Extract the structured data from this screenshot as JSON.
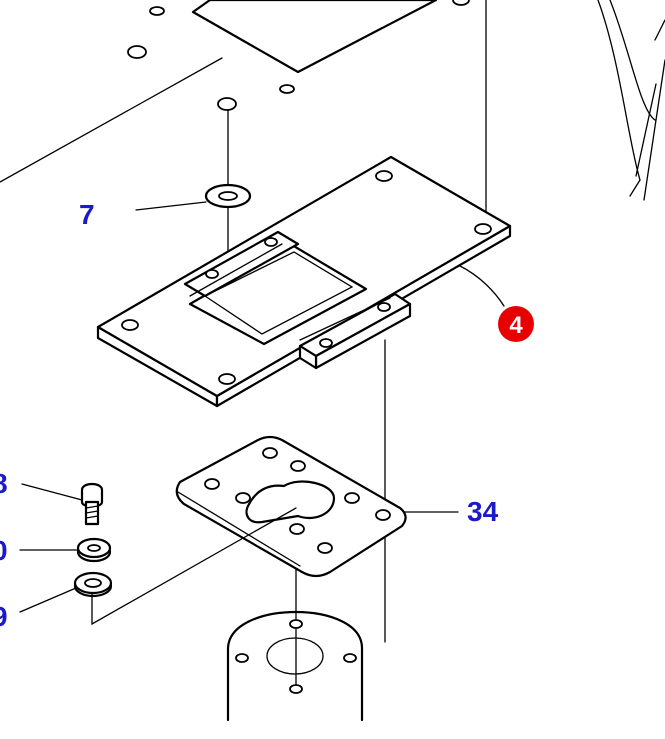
{
  "colors": {
    "label": "#1a1acc",
    "callout_fill": "#e60000",
    "line": "#000000",
    "background": "#ffffff"
  },
  "labels": {
    "part_7": "7",
    "part_4": "4",
    "part_34": "34",
    "part_8": "8",
    "part_10": "0",
    "part_9": "9"
  }
}
